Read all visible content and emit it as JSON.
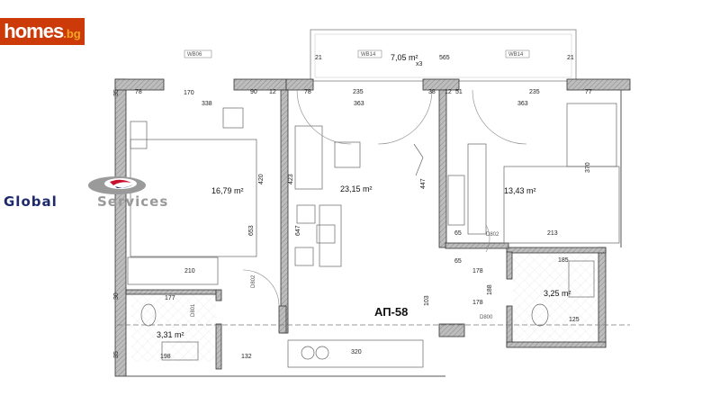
{
  "logo": {
    "brand_main": "homes",
    "brand_suffix": ".bg",
    "brand_color": "#cc3a0a",
    "suffix_color": "#f5a623"
  },
  "company": {
    "word1": "Global",
    "word2": "Services",
    "word1_color": "#1d2a6b",
    "word2_color": "#9a9a9a"
  },
  "plan": {
    "apartment": "АП-58",
    "rooms": {
      "bedroom_left": "16,79 m²",
      "living": "23,15 m²",
      "bedroom_right": "13,43 m²",
      "balcony": "7,05 m²",
      "balcony_mult": "x3",
      "bath_left": "3,31 m²",
      "bath_right": "3,25 m²"
    },
    "tags": {
      "w1": "WB06",
      "w2": "WB14",
      "w3": "WB14",
      "d1": "D802",
      "d2": "D801",
      "d3": "D802",
      "d4": "D800"
    },
    "dims": [
      "78",
      "170",
      "90",
      "12",
      "78",
      "235",
      "38",
      "12",
      "51",
      "235",
      "77",
      "338",
      "363",
      "363",
      "420",
      "423",
      "447",
      "653",
      "647",
      "370",
      "210",
      "177",
      "198",
      "132",
      "320",
      "185",
      "178",
      "178",
      "213",
      "65",
      "65",
      "103",
      "188",
      "125",
      "565",
      "21",
      "21",
      "35",
      "30",
      "35"
    ]
  }
}
